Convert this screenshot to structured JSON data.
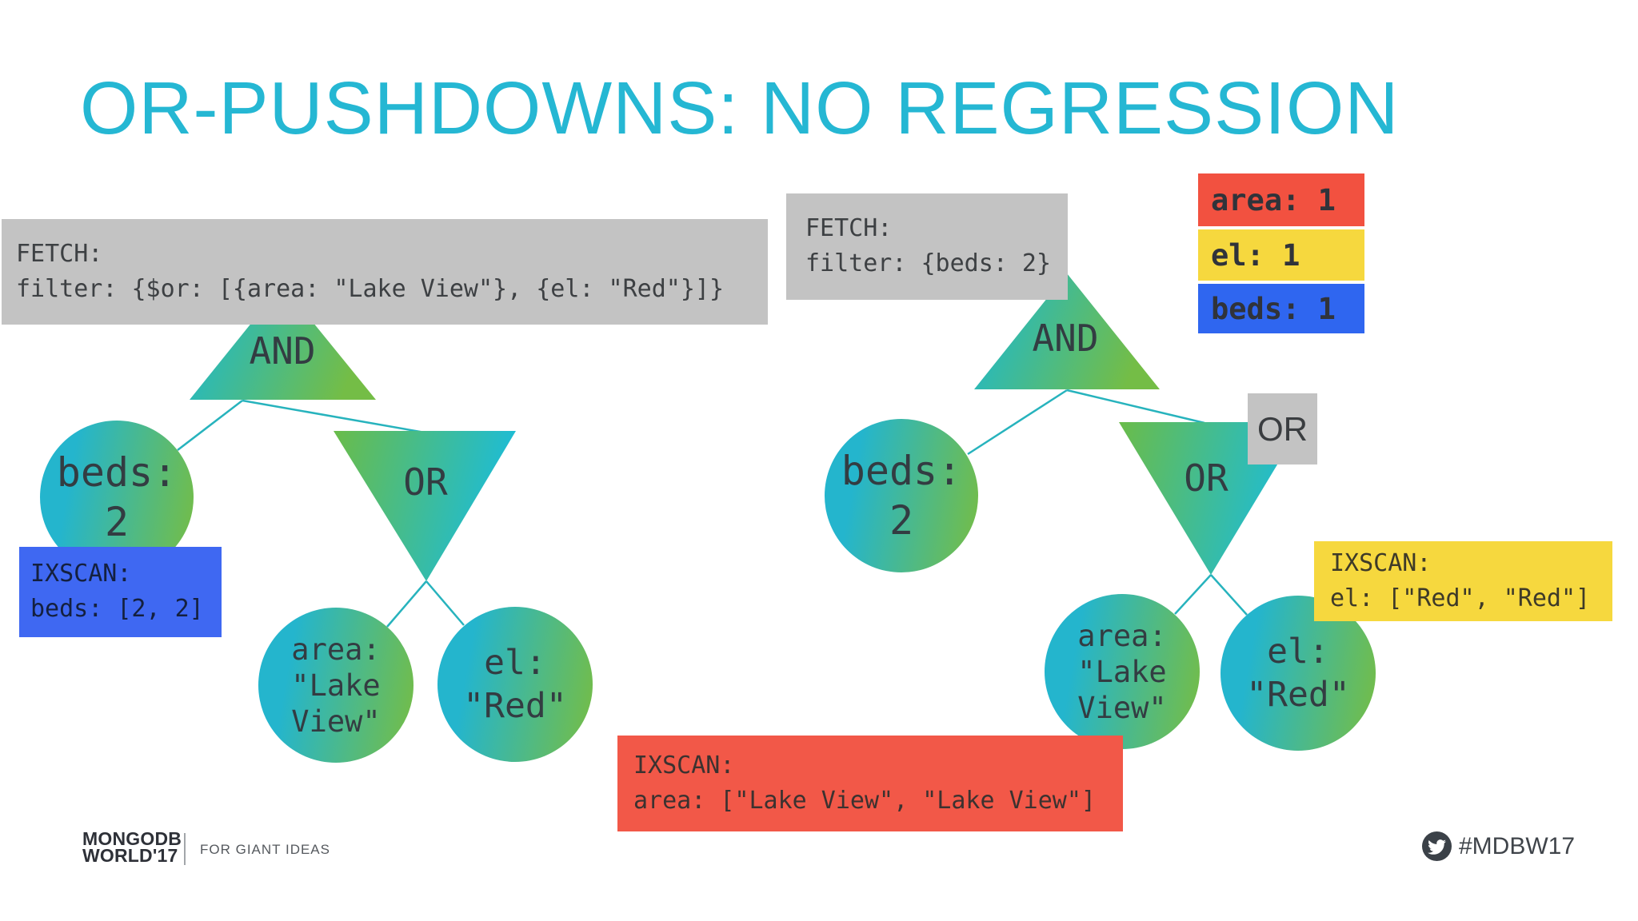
{
  "title": {
    "text": "OR-PUSHDOWNS: NO REGRESSION",
    "color": "#25b7d3"
  },
  "left_tree": {
    "fetch_box": {
      "line1": "FETCH:",
      "line2": "filter: {$or: [{area: \"Lake View\"}, {el: \"Red\"}]}"
    },
    "and_label": "AND",
    "or_label": "OR",
    "beds_node": {
      "line1": "beds:",
      "line2": "2"
    },
    "area_node": {
      "line1": "area:",
      "line2": "\"Lake",
      "line3": "View\""
    },
    "el_node": {
      "line1": "el:",
      "line2": "\"Red\""
    },
    "ixscan_beds_box": {
      "line1": "IXSCAN:",
      "line2": "beds: [2, 2]",
      "color": "#3f68f2"
    }
  },
  "right_tree": {
    "fetch_box": {
      "line1": "FETCH:",
      "line2": "filter: {beds: 2}"
    },
    "and_label": "AND",
    "or_label": "OR",
    "or_badge": "OR",
    "beds_node": {
      "line1": "beds:",
      "line2": "2"
    },
    "area_node": {
      "line1": "area:",
      "line2": "\"Lake",
      "line3": "View\""
    },
    "el_node": {
      "line1": "el:",
      "line2": "\"Red\""
    },
    "ixscan_area_box": {
      "line1": "IXSCAN:",
      "line2": "area: [\"Lake View\", \"Lake View\"]",
      "color": "#f25848"
    },
    "ixscan_el_box": {
      "line1": "IXSCAN:",
      "line2": "el: [\"Red\", \"Red\"]",
      "color": "#f6d83e"
    }
  },
  "legend": {
    "items": [
      {
        "label": "area: 1",
        "color": "#f25140"
      },
      {
        "label": "el: 1",
        "color": "#f6d83e"
      },
      {
        "label": "beds: 1",
        "color": "#2f66f0"
      }
    ]
  },
  "footer": {
    "logo_line1": "MONGODB",
    "logo_line2": "WORLD'17",
    "tagline": "FOR GIANT IDEAS",
    "hashtag": "#MDBW17",
    "twitter_icon": "twitter-bird-icon"
  },
  "colors": {
    "gray_box": "#c3c3c3",
    "node_gradient_cyan": "#1cb9d5",
    "node_gradient_green": "#73bd49",
    "connector_line": "#27b3bd",
    "background": "#ffffff"
  }
}
